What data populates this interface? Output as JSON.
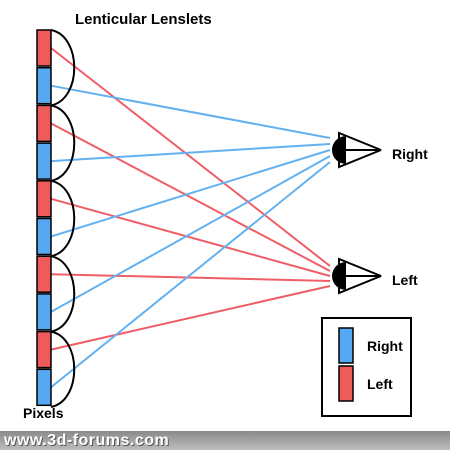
{
  "title": "Lenticular Lenslets",
  "pixels_label": "Pixels",
  "eyes": {
    "right": "Right",
    "left": "Left"
  },
  "legend": {
    "items": [
      {
        "label": "Right",
        "color": "#55a8f2"
      },
      {
        "label": "Left",
        "color": "#ef5a5a"
      }
    ]
  },
  "colors": {
    "right": "#55a8f2",
    "left": "#ef5a5a",
    "right_ray": "#63b1f0",
    "left_ray": "#ef5e66",
    "outline": "#000000"
  },
  "pixel_column": [
    "left",
    "right",
    "left",
    "right",
    "left",
    "right",
    "left",
    "right",
    "left",
    "right"
  ],
  "lenslet_count": 5,
  "watermark": "www.3d-forums.com",
  "icons": [
    "eye-icon-right",
    "eye-icon-left"
  ]
}
